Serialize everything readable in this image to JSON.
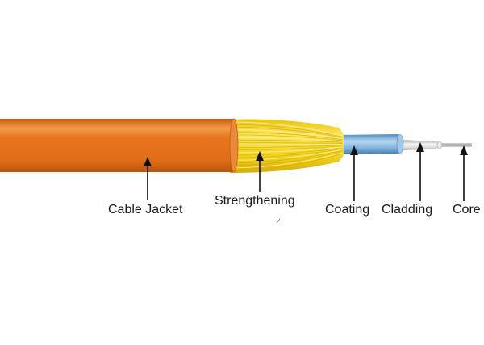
{
  "labels": {
    "jacket": "Cable Jacket",
    "strengthening": "Strengthening",
    "coating": "Coating",
    "cladding": "Cladding",
    "core": "Core"
  },
  "colors": {
    "jacket": "#e8761f",
    "jacket_shadow": "#c85f12",
    "jacket_highlight": "#f39a4c",
    "strengthening": "#f2d21c",
    "strengthening_line": "#d9b300",
    "coating": "#7fb3dd",
    "coating_shadow": "#4f8bbd",
    "cladding": "#e3e3e3",
    "cladding_shadow": "#a9a9a9",
    "core": "#cfcfcf",
    "arrow": "#111111"
  }
}
